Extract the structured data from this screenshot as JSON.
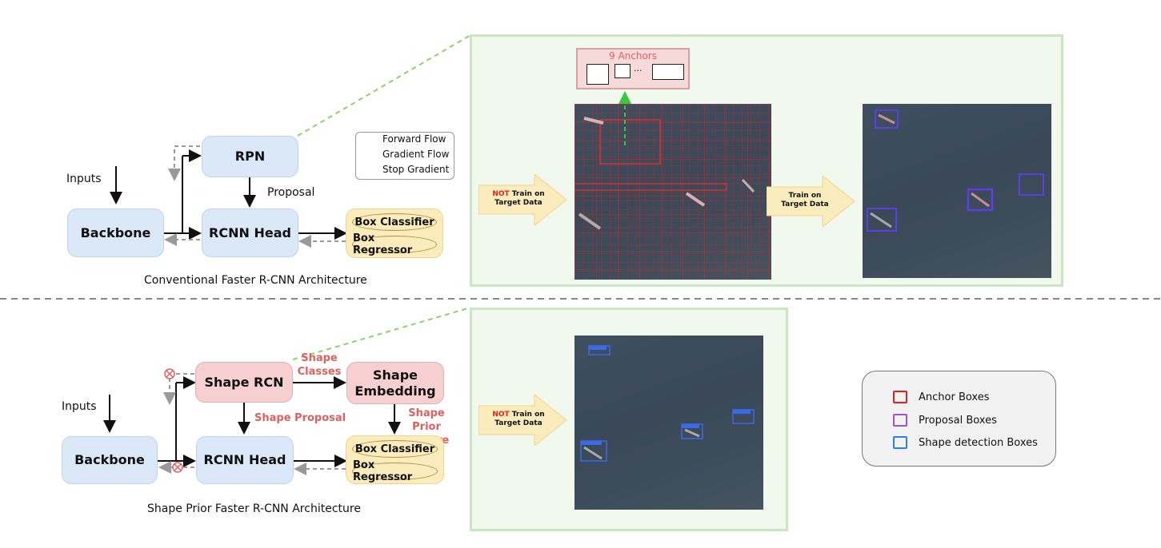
{
  "top": {
    "inputs": "Inputs",
    "backbone": "Backbone",
    "rpn": "RPN",
    "proposal": "Proposal",
    "rcnn_head": "RCNN Head",
    "box_classifier": "Box Classifier",
    "box_regressor": "Box Regressor",
    "caption": "Conventional Faster R-CNN Architecture",
    "flow_legend": {
      "forward": "Forward Flow",
      "gradient": "Gradient Flow",
      "stop": "Stop Gradient"
    },
    "panel": {
      "anchors_title": "9 Anchors",
      "ellipsis": "···",
      "callout1_not": "NOT",
      "callout1_rest_a": "Train on",
      "callout1_rest_b": "Target Data",
      "callout2_a": "Train on",
      "callout2_b": "Target Data"
    }
  },
  "bottom": {
    "inputs": "Inputs",
    "backbone": "Backbone",
    "shape_rcn": "Shape RCN",
    "shape_embedding_a": "Shape",
    "shape_embedding_b": "Embedding",
    "shape_classes_a": "Shape",
    "shape_classes_b": "Classes",
    "shape_proposal": "Shape Proposal",
    "shape_prior_a": "Shape Prior",
    "shape_prior_b": "Feature",
    "rcnn_head": "RCNN Head",
    "box_classifier": "Box Classifier",
    "box_regressor": "Box Regressor",
    "caption": "Shape Prior Faster R-CNN Architecture",
    "panel": {
      "callout_not": "NOT",
      "callout_rest_a": "Train on",
      "callout_rest_b": "Target Data"
    }
  },
  "legend": {
    "items": [
      {
        "label": "Anchor Boxes",
        "color": "#e02020"
      },
      {
        "label": "Proposal Boxes",
        "color": "#a050e0"
      },
      {
        "label": "Shape detection Boxes",
        "color": "#2a80e8"
      }
    ]
  },
  "colors": {
    "accent_red": "#e06060",
    "panel_green": "#cbe4c2",
    "dashed_green": "#7ed957"
  }
}
